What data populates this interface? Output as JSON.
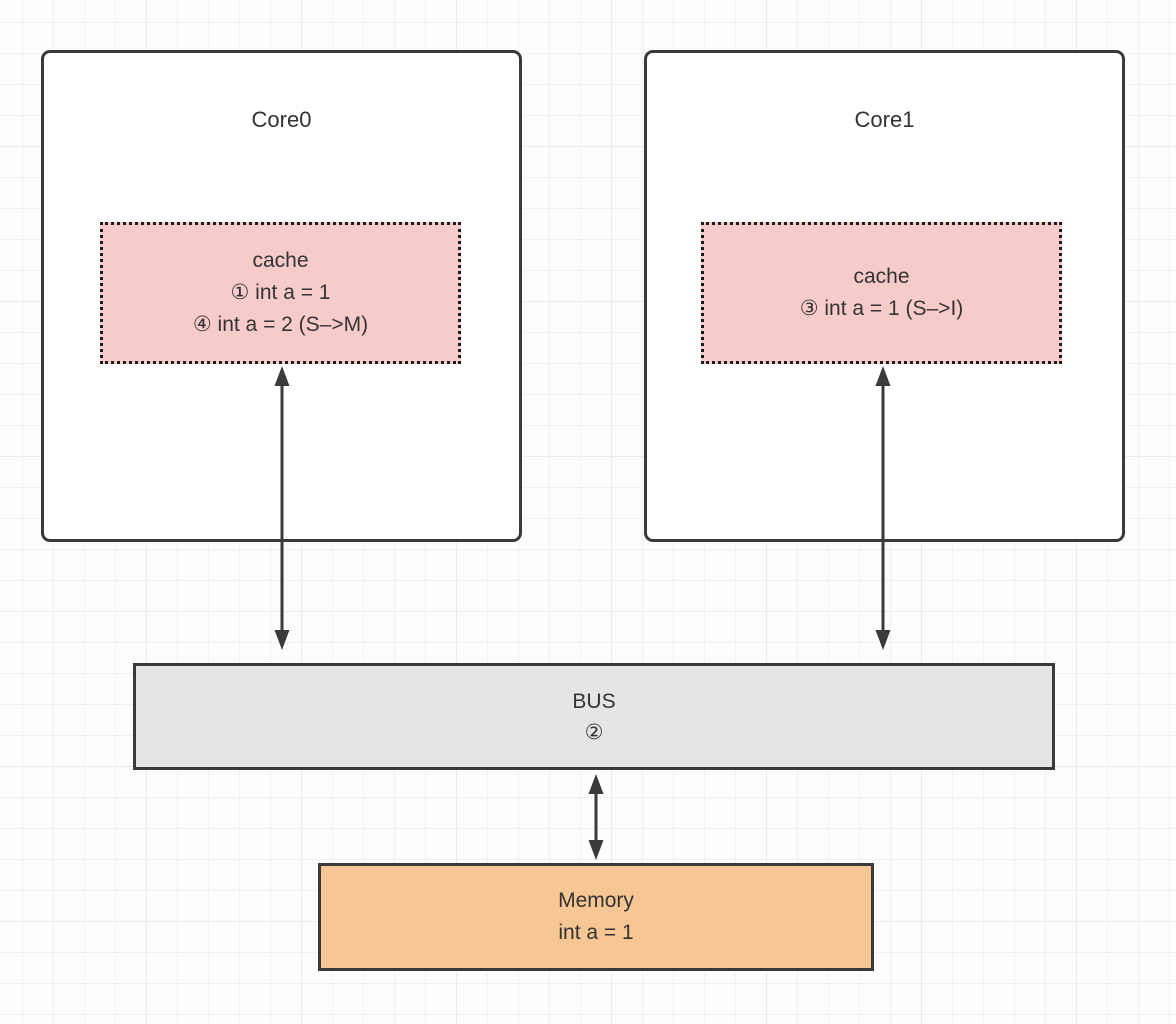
{
  "colors": {
    "border_color": "#3a3a3a",
    "cache_fill": "#f8cbcb",
    "bus_fill": "#e5e5e5",
    "memory_fill": "#f6c794",
    "text_color": "#333333"
  },
  "nodes": {
    "core0": {
      "title": "Core0"
    },
    "core0_cache": {
      "lines": [
        "cache",
        "① int a = 1",
        "④ int a = 2 (S–>M)"
      ]
    },
    "core1": {
      "title": "Core1"
    },
    "core1_cache": {
      "lines": [
        "cache",
        "③ int a = 1 (S–>I)"
      ]
    },
    "bus": {
      "lines": [
        "BUS",
        "②"
      ]
    },
    "memory": {
      "lines": [
        "Memory",
        "int a = 1"
      ]
    }
  }
}
